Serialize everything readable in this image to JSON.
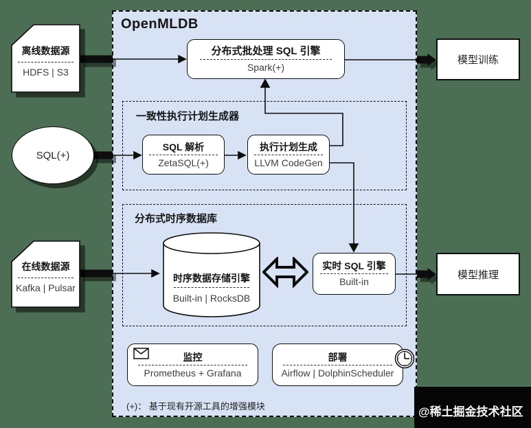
{
  "colors": {
    "background": "#4c6e54",
    "panel": "#d7e3f4",
    "shape": "#ffffff",
    "line": "#0d0d0d",
    "watermark-bg": "#060606",
    "watermark-text": "#f5f5f5"
  },
  "panel": {
    "title": "OpenMLDB"
  },
  "sources": {
    "offline": {
      "title": "离线数据源",
      "tech": "HDFS | S3"
    },
    "sql": {
      "label": "SQL(+)"
    },
    "online": {
      "title": "在线数据源",
      "tech": "Kafka | Pulsar"
    }
  },
  "outputs": {
    "training": {
      "label": "模型训练"
    },
    "inference": {
      "label": "模型推理"
    }
  },
  "batch_engine": {
    "title": "分布式批处理 SQL 引擎",
    "tech": "Spark(+)"
  },
  "planner": {
    "title": "一致性执行计划生成器",
    "sql_parse": {
      "title": "SQL 解析",
      "tech": "ZetaSQL(+)"
    },
    "plan_gen": {
      "title": "执行计划生成",
      "tech": "LLVM CodeGen"
    }
  },
  "storage": {
    "title": "分布式时序数据库",
    "engine": {
      "title": "时序数据存储引擎",
      "tech": "Built-in | RocksDB"
    },
    "realtime": {
      "title": "实时 SQL 引擎",
      "tech": "Built-in"
    }
  },
  "monitoring": {
    "title": "监控",
    "tech": "Prometheus + Grafana"
  },
  "deployment": {
    "title": "部署",
    "tech": "Airflow | DolphinScheduler"
  },
  "footnote": "(+)： 基于现有开源工具的增强模块",
  "watermark": "@稀土掘金技术社区"
}
